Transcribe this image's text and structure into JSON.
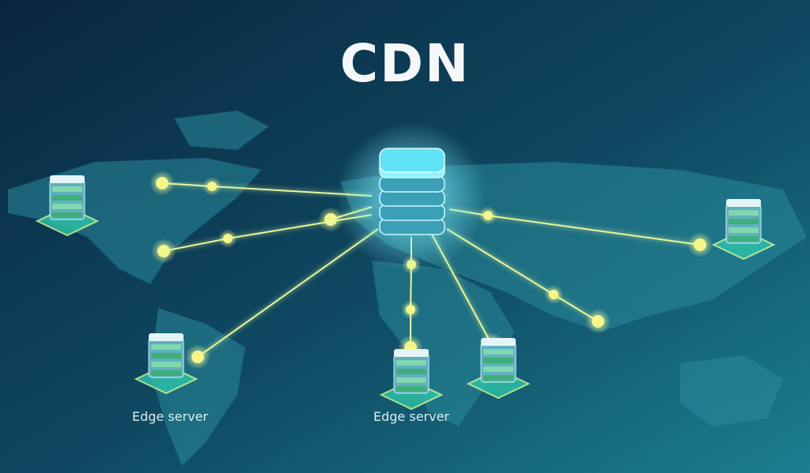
{
  "title": "CDN",
  "labels": {
    "edge_left": "Edge server",
    "edge_center": "Edge server"
  },
  "colors": {
    "bg_dark": "#0a2540",
    "bg_teal": "#1b7f8e",
    "land": "#2a8a9a",
    "link": "#e6f79a",
    "node": "#f3f78a",
    "origin": "#5fe3f5"
  }
}
